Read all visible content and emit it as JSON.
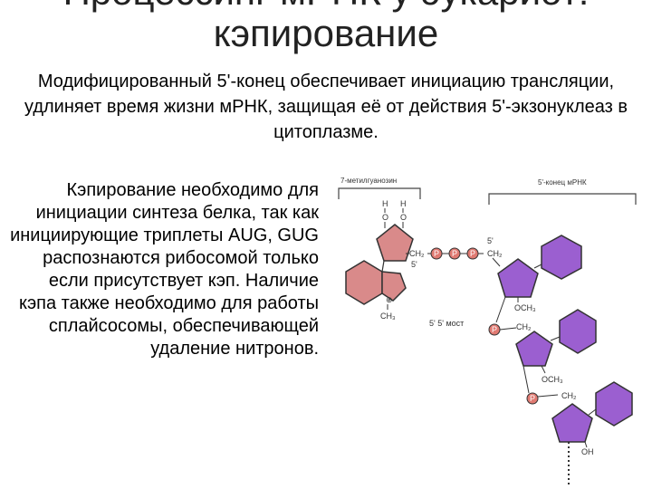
{
  "slide": {
    "title_line1": "Процессинг мРНК у эукариот:",
    "title_line2": "кэпирование",
    "intro": "Модифицированный 5'-конец обеспечивает инициацию трансляции, удлиняет время жизни мРНК, защищая её от действия 5'-экзонуклеаз в цитоплазме.",
    "body": "Кэпирование необходимо для инициации синтеза белка, так как инициирующие триплеты AUG, GUG распознаются рибосомой только если присутствует кэп. Наличие кэпа также необходимо для работы сплайсосомы, обеспечивающей удаление нитронов."
  },
  "diagram": {
    "label_methylguanosine": "7-метилгуанозин",
    "label_five_prime_end": "5'-конец мРНК",
    "h_left": "H",
    "h_right": "H",
    "o_left": "O",
    "o_right": "O",
    "ch2_left": "CH₂",
    "five_prime_left": "5'",
    "five_prime_right": "5'",
    "ch2_right": "CH₂",
    "phosphate": "P",
    "charge": "⊕",
    "ch3_base": "CH₃",
    "bridge": "5'  5' мост",
    "och3_1": "OCH₃",
    "ch2_2": "CH₂",
    "och3_2": "OCH₃",
    "ch2_3": "CH₂",
    "oh": "OH",
    "colors": {
      "cap": "#d98a8a",
      "nucleotide": "#9b5fd0",
      "phosphate": "#e07a72"
    }
  }
}
